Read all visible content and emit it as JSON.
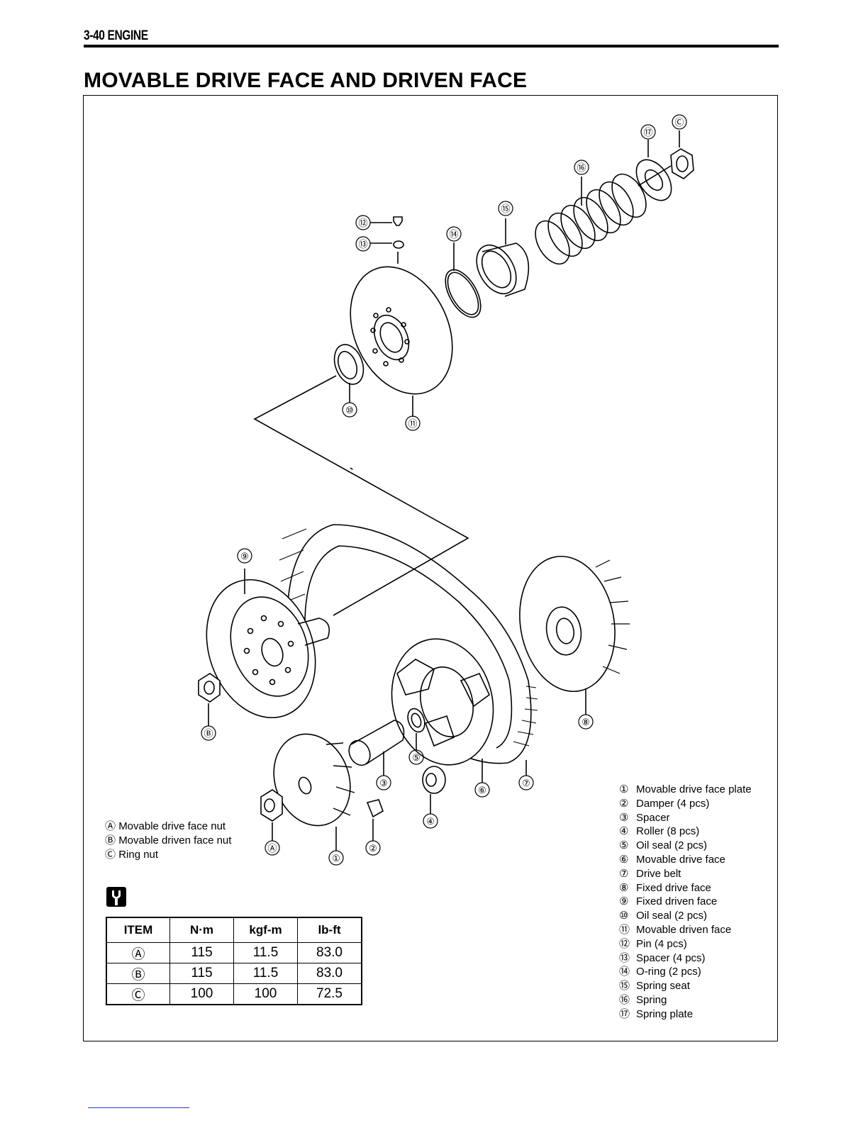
{
  "header": {
    "section": "3-40 ENGINE"
  },
  "page_title": "MOVABLE DRIVE FACE AND DRIVEN FACE",
  "callouts": {
    "c1": "①",
    "c2": "②",
    "c3": "③",
    "c4": "④",
    "c5": "⑤",
    "c6": "⑥",
    "c7": "⑦",
    "c8": "⑧",
    "c9": "⑨",
    "c10": "⑩",
    "c11": "⑪",
    "c12": "⑫",
    "c13": "⑬",
    "c14": "⑭",
    "c15": "⑮",
    "c16": "⑯",
    "c17": "⑰",
    "cA": "Ⓐ",
    "cB": "Ⓑ",
    "cC": "Ⓒ"
  },
  "nut_legend": [
    {
      "mark": "Ⓐ",
      "label": "Movable drive face nut"
    },
    {
      "mark": "Ⓑ",
      "label": "Movable driven face nut"
    },
    {
      "mark": "Ⓒ",
      "label": "Ring nut"
    }
  ],
  "parts_legend": [
    {
      "mark": "①",
      "label": "Movable drive face plate"
    },
    {
      "mark": "②",
      "label": "Damper (4 pcs)"
    },
    {
      "mark": "③",
      "label": "Spacer"
    },
    {
      "mark": "④",
      "label": "Roller (8 pcs)"
    },
    {
      "mark": "⑤",
      "label": "Oil seal (2 pcs)"
    },
    {
      "mark": "⑥",
      "label": "Movable drive face"
    },
    {
      "mark": "⑦",
      "label": "Drive belt"
    },
    {
      "mark": "⑧",
      "label": "Fixed drive face"
    },
    {
      "mark": "⑨",
      "label": "Fixed driven face"
    },
    {
      "mark": "⑩",
      "label": "Oil seal (2 pcs)"
    },
    {
      "mark": "⑪",
      "label": "Movable driven face"
    },
    {
      "mark": "⑫",
      "label": "Pin (4 pcs)"
    },
    {
      "mark": "⑬",
      "label": "Spacer (4 pcs)"
    },
    {
      "mark": "⑭",
      "label": "O-ring (2 pcs)"
    },
    {
      "mark": "⑮",
      "label": "Spring seat"
    },
    {
      "mark": "⑯",
      "label": "Spring"
    },
    {
      "mark": "⑰",
      "label": "Spring plate"
    }
  ],
  "torque_icon": "torque-wrench-icon",
  "torque_table": {
    "headers": [
      "ITEM",
      "N·m",
      "kgf-m",
      "lb-ft"
    ],
    "rows": [
      [
        "Ⓐ",
        "115",
        "11.5",
        "83.0"
      ],
      [
        "Ⓑ",
        "115",
        "11.5",
        "83.0"
      ],
      [
        "Ⓒ",
        "100",
        "100",
        "72.5"
      ]
    ]
  }
}
